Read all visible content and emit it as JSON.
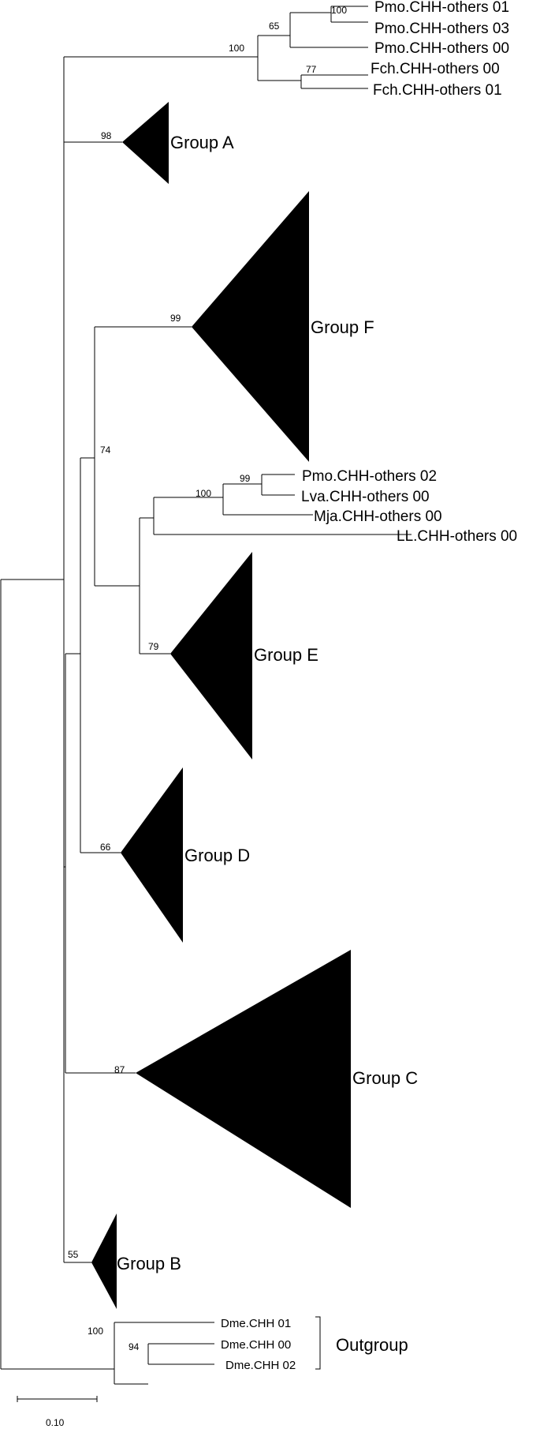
{
  "tree": {
    "bootstrap": {
      "pmo_01_03": "100",
      "pmo_top": "65",
      "top_clade": "100",
      "fch": "77",
      "group_a": "98",
      "group_f": "99",
      "f_super": "74",
      "pmo02_lva": "99",
      "inner_clade": "100",
      "group_e": "79",
      "group_d": "66",
      "group_c": "87",
      "group_b": "55",
      "dme_clade": "100",
      "dme_00_02": "94"
    },
    "leaves": {
      "pmo01": "Pmo.CHH-others 01",
      "pmo03": "Pmo.CHH-others 03",
      "pmo00": "Pmo.CHH-others 00",
      "fch00": "Fch.CHH-others 00",
      "fch01": "Fch.CHH-others 01",
      "pmo02": "Pmo.CHH-others 02",
      "lva00": "Lva.CHH-others 00",
      "mja00": "Mja.CHH-others 00",
      "ll00": "LL.CHH-others 00",
      "dme01": "Dme.CHH 01",
      "dme00": "Dme.CHH 00",
      "dme02": "Dme.CHH 02"
    },
    "groups": {
      "a": "Group A",
      "b": "Group B",
      "c": "Group C",
      "d": "Group D",
      "e": "Group E",
      "f": "Group F",
      "outgroup": "Outgroup"
    },
    "scale_label": "0.10"
  }
}
